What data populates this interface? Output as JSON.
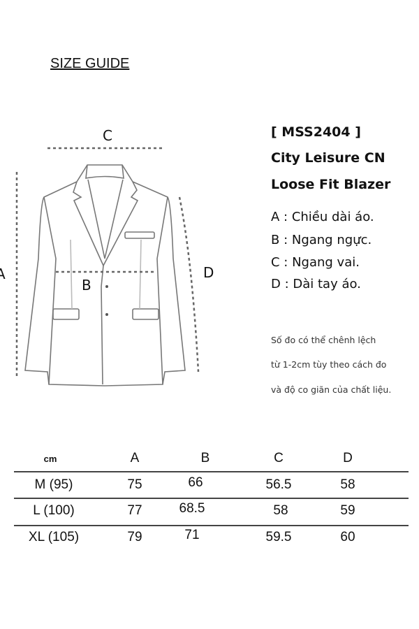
{
  "title": "SIZE GUIDE",
  "product": {
    "code": "[ MSS2404 ]",
    "name1": "City Leisure CN",
    "name2": "Loose Fit Blazer"
  },
  "legend": [
    "A : Chiều dài áo.",
    "B : Ngang ngực.",
    "C : Ngang vai.",
    "D : Dài tay áo."
  ],
  "note": [
    "Số đo có thể chênh lệch",
    "từ 1-2cm tùy theo cách đo",
    "và độ co giãn của chất liệu."
  ],
  "diagram": {
    "A": "A",
    "B": "B",
    "C": "C",
    "D": "D"
  },
  "table": {
    "headers": [
      "cm",
      "A",
      "B",
      "C",
      "D"
    ],
    "rows": [
      [
        "M (95)",
        "75",
        "66",
        "56.5",
        "58"
      ],
      [
        "L (100)",
        "77",
        "68.5",
        "58",
        "59"
      ],
      [
        "XL (105)",
        "79",
        "71",
        "59.5",
        "60"
      ]
    ]
  }
}
